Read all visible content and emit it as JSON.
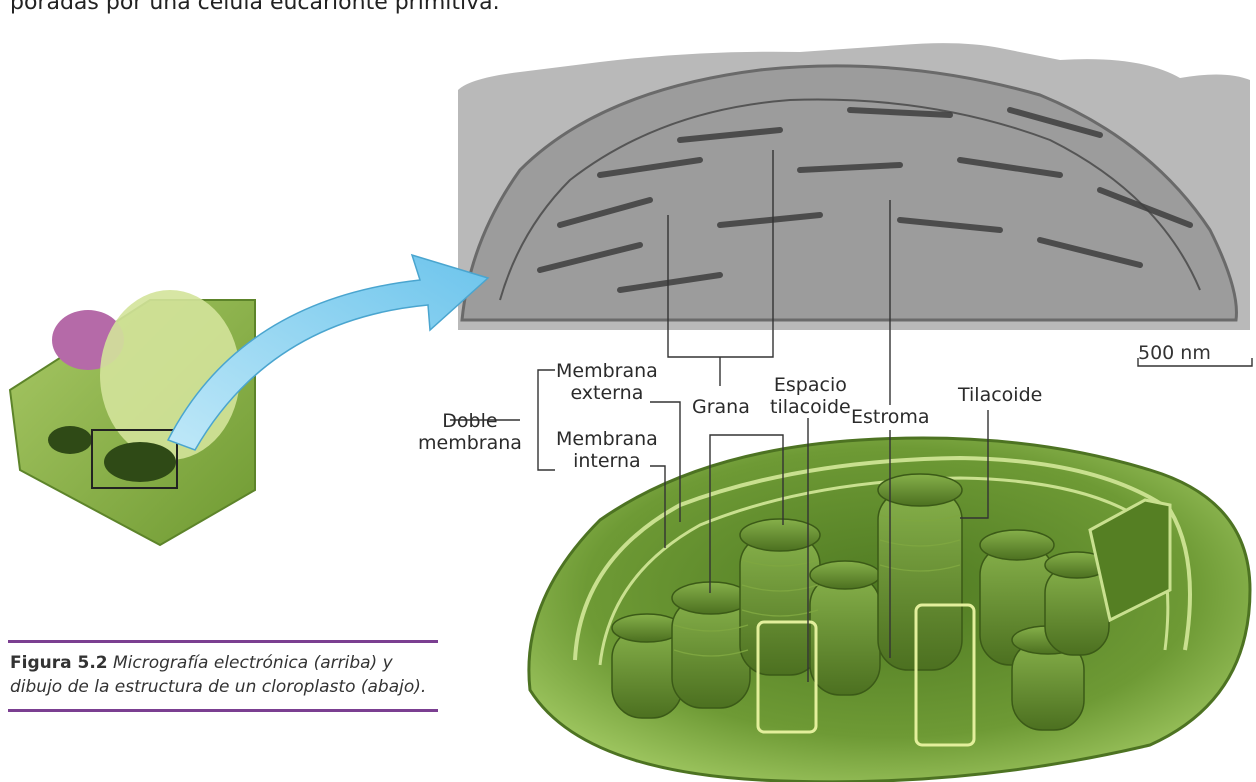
{
  "intro_text_fragment": "poradas por una célula eucarionte primitiva.",
  "scale_bar_label": "500 nm",
  "labels": {
    "doble_membrana_1": "Doble",
    "doble_membrana_2": "membrana",
    "membrana_externa_1": "Membrana",
    "membrana_externa_2": "externa",
    "membrana_interna_1": "Membrana",
    "membrana_interna_2": "interna",
    "grana": "Grana",
    "espacio_tilacoide_1": "Espacio",
    "espacio_tilacoide_2": "tilacoide",
    "estroma": "Estroma",
    "tilacoide": "Tilacoide"
  },
  "caption": {
    "figure_number": "Figura 5.2",
    "text": "Micrografía electrónica (arriba) y dibujo de la estructura de un cloroplasto (abajo)."
  },
  "colors": {
    "caption_rule": "#7b3f91",
    "arrow_fill": "#8fd3f2",
    "chloroplast_green": "#6e9a35",
    "micrograph_gray": "#a8a8a8"
  }
}
